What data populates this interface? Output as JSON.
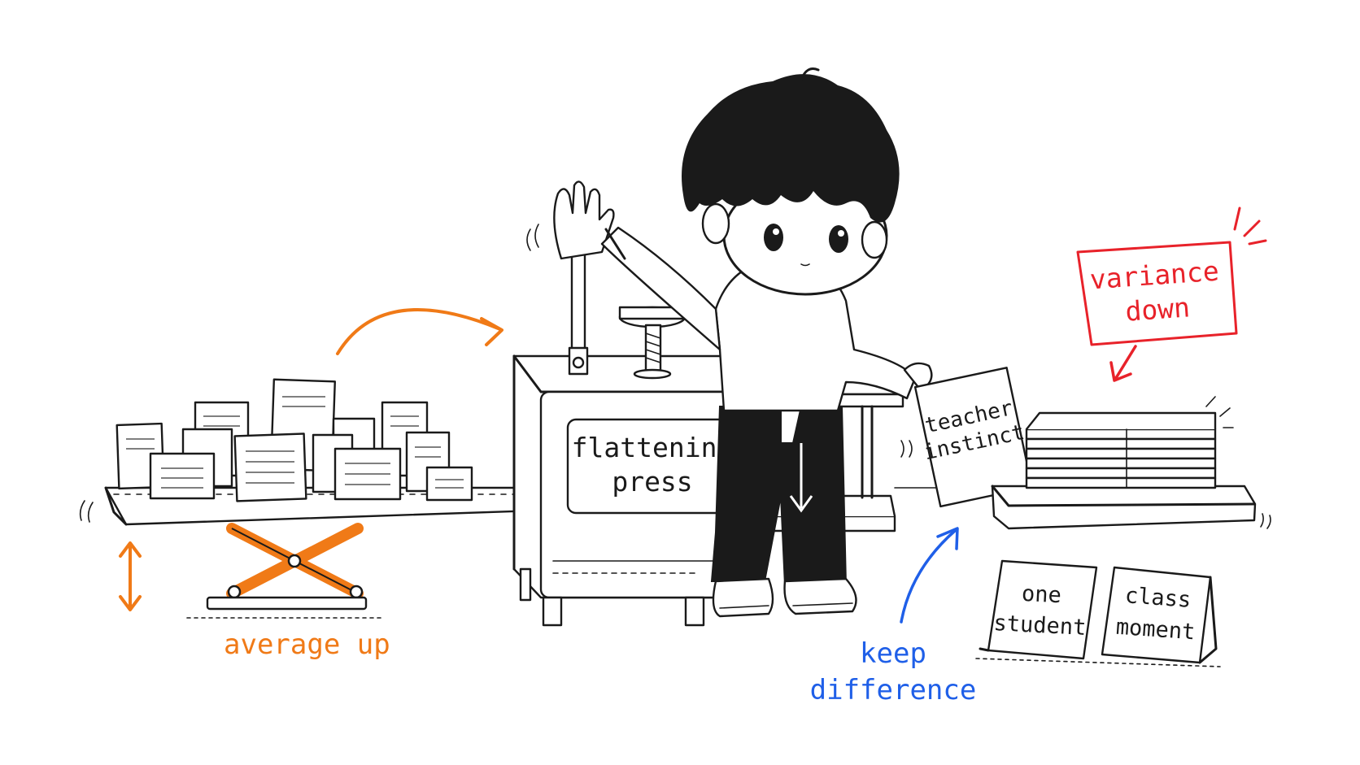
{
  "labels": {
    "average_up": "average up",
    "variance_down_1": "variance",
    "variance_down_2": "down",
    "keep_difference_1": "keep",
    "keep_difference_2": "difference",
    "press_1": "flattening",
    "press_2": "press",
    "teacher_card_1": "teacher",
    "teacher_card_2": "instinct",
    "sign_one_1": "one",
    "sign_one_2": "student",
    "sign_class_1": "class",
    "sign_class_2": "moment"
  },
  "colors": {
    "orange": "#f07a17",
    "red": "#e8222a",
    "blue": "#1f5fe8",
    "ink": "#1a1a1a"
  }
}
